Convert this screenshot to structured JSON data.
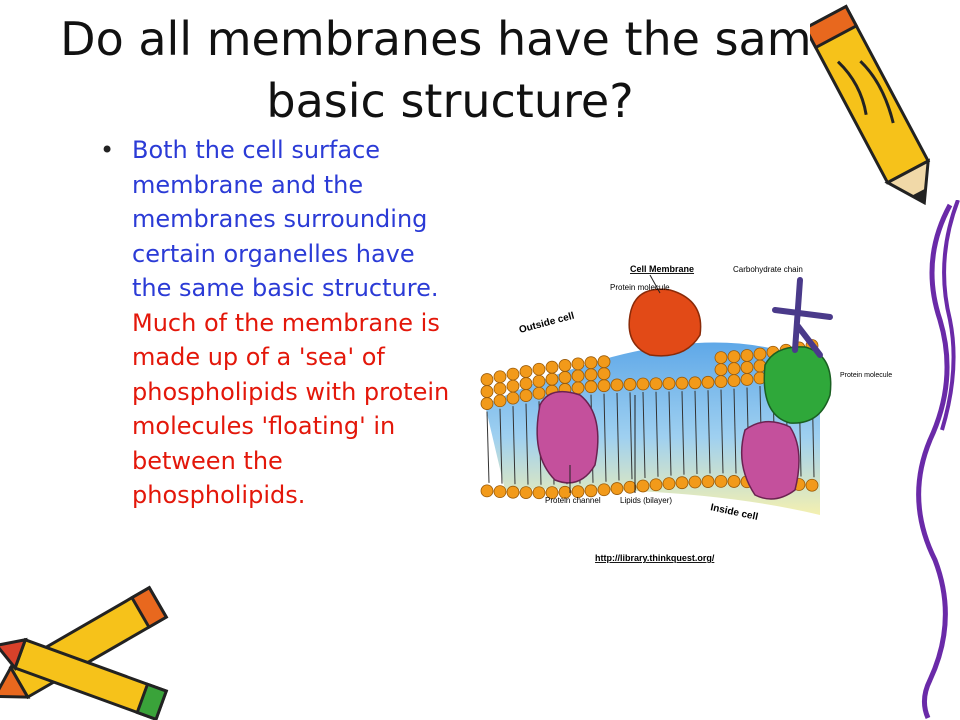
{
  "slide": {
    "title": "Do all membranes have the same basic structure?",
    "bullet_marker": "•",
    "text_blue": "Both the cell surface membrane and the membranes surrounding certain organelles have the same basic structure.",
    "text_red": "Much of the membrane is made up of a 'sea' of phospholipids with protein molecules 'floating' in between the phospholipids."
  },
  "diagram": {
    "title": "Cell Membrane",
    "label_protein_top": "Protein molecule",
    "label_carbohydrate": "Carbohydrate chain",
    "label_protein_right": "Protein molecule",
    "label_outside": "Outside cell",
    "label_inside": "Inside cell",
    "label_protein_channel": "Protein channel",
    "label_lipids": "Lipids (bilayer)",
    "source_url": "http://library.thinkquest.org/"
  },
  "colors": {
    "title": "#111111",
    "blue_text": "#2b3bd6",
    "red_text": "#e3170a",
    "phospholipid_head": "#f29a1a",
    "protein_red": "#e24a17",
    "protein_green": "#2fa83a",
    "protein_pink": "#c4509c",
    "carbohydrate": "#4a3a8a"
  },
  "icons": [
    "pencil-icon",
    "crayon-icon",
    "squiggle-border-icon"
  ]
}
